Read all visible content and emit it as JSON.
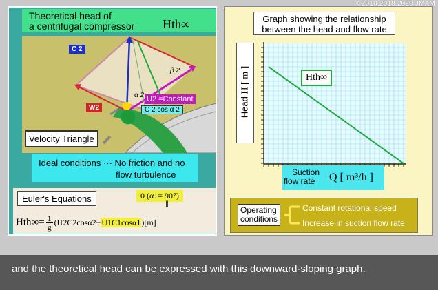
{
  "copyright": "©2010,2018,2020 JMAM",
  "left_panel": {
    "title_line1": "Theoretical head of",
    "title_line2": "a centrifugal compressor",
    "title_symbol": "Hth∞",
    "diagram": {
      "c2": "C 2",
      "w2": "W2",
      "u2": "U2 =Constant",
      "c2cos": "C 2 cos α 2",
      "alpha": "α 2",
      "beta": "β 2"
    },
    "velocity_triangle": "Velocity Triangle",
    "ideal_line1": "Ideal conditions ··· No friction and no",
    "ideal_line2": "flow turbulence",
    "euler_title": "Euler's Equations",
    "zero_note": "0 (α1= 90°)",
    "formula": {
      "lhs": "Hth∞=",
      "num": "1",
      "den": "g",
      "term1": "(U2C2cosα2−",
      "term2": "U1C1cosα1",
      "tail": ")[m]"
    }
  },
  "right_panel": {
    "graph_title_line1": "Graph showing the relationship",
    "graph_title_line2": "between the head and flow rate",
    "y_label": "Head",
    "y_symbol": "H [ m ]",
    "curve_label": "Hth∞",
    "x_label_line1": "Suction",
    "x_label_line2": "flow rate",
    "x_symbol": "Q [ m³/h ]",
    "conditions_label_line1": "Operating",
    "conditions_label_line2": "conditions",
    "condition1": "Constant rotational speed",
    "condition2": "Increase in suction flow rate"
  },
  "colors": {
    "left_bg": "#3aa9a2",
    "right_bg": "#fbf5c4",
    "curve": "#1faa3a",
    "conditions_bg": "#c8b21a"
  },
  "subtitle": "and the theoretical head can be expressed with this downward-sloping graph."
}
